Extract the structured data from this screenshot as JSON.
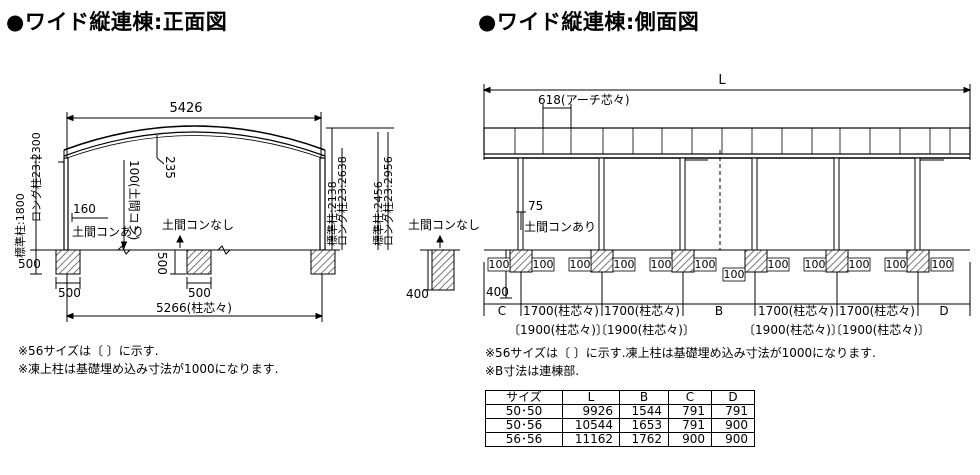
{
  "front": {
    "title": "●ワイド縦連棟:正面図",
    "dim_top": "5426",
    "dim_235": "235",
    "left_vertical": "標準柱:1800",
    "left_vertical_long": "ロング柱23:2300",
    "dim_160": "160",
    "doma_ari": "土間コンあり",
    "dim_100": "100(土間コン)",
    "doma_nashi": "土間コンなし",
    "right_v1": "標準柱:2138",
    "right_v2": "ロング柱23:2638",
    "right_v3": "標準柱:2456",
    "right_v4": "ロング柱23:2956",
    "dim_500_left": "500",
    "dim_500_mid": "500",
    "dim_500_bottom_left": "500",
    "dim_500_bottom_mid": "500",
    "dim_bottom": "5266(柱芯々)",
    "note1": "※56サイズは〔 〕に示す.",
    "note2": "※凍上柱は基礎埋め込み寸法が1000になります."
  },
  "side": {
    "title": "●ワイド縦連棟:側面図",
    "dim_L": "L",
    "dim_arch": "618(アーチ芯々)",
    "dim_75": "75",
    "doma_ari": "土間コンあり",
    "doma_nashi": "土間コンなし",
    "dim_400_left": "400",
    "dim_400": "400",
    "tag_100": "100",
    "seg_C": "C",
    "seg_1700a": "1700(柱芯々)",
    "seg_1700b": "1700(柱芯々)",
    "seg_B": "B",
    "seg_1700c": "1700(柱芯々)",
    "seg_1700d": "1700(柱芯々)",
    "seg_D": "D",
    "br_1900a": "〔1900(柱芯々)〕",
    "br_1900b": "〔1900(柱芯々)〕",
    "br_1900c": "〔1900(柱芯々)〕",
    "br_1900d": "〔1900(柱芯々)〕",
    "note1": "※56サイズは〔 〕に示す.凍上柱は基礎埋め込み寸法が1000になります.",
    "note2": "※B寸法は連棟部."
  },
  "table": {
    "headers": [
      "サイズ",
      "L",
      "B",
      "C",
      "D"
    ],
    "rows": [
      [
        "50･50",
        "9926",
        "1544",
        "791",
        "791"
      ],
      [
        "50･56",
        "10544",
        "1653",
        "791",
        "900"
      ],
      [
        "56･56",
        "11162",
        "1762",
        "900",
        "900"
      ]
    ]
  }
}
